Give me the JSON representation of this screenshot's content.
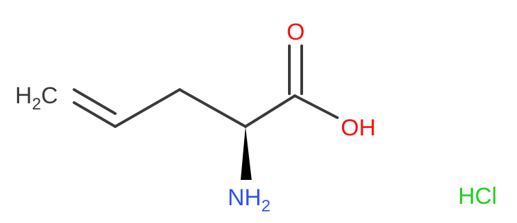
{
  "molecule": {
    "atoms": {
      "terminal_carbon": {
        "symbol": "H",
        "count": "2",
        "element": "C"
      },
      "carbonyl_oxygen": {
        "symbol": "O"
      },
      "hydroxyl": {
        "symbol": "OH"
      },
      "amine": {
        "symbol": "NH",
        "count": "2"
      },
      "salt": {
        "symbol": "HCl"
      }
    }
  },
  "colors": {
    "bond": "#3a3a3a",
    "carbon_label": "#3a3a3a",
    "oxygen": "#ff0d0d",
    "nitrogen": "#3050f8",
    "chlorine": "#1fd11f"
  }
}
